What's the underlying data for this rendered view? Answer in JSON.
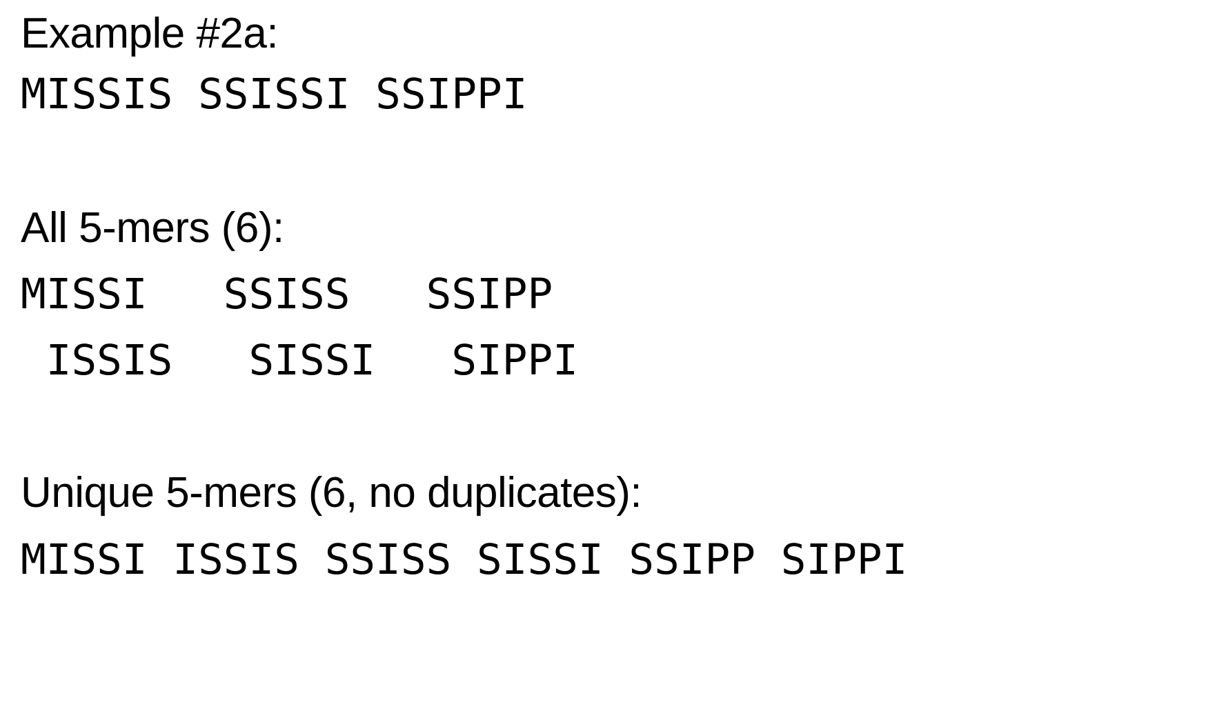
{
  "document": {
    "background_color": "#ffffff",
    "text_color": "#000000"
  },
  "example": {
    "heading": "Example #2a:",
    "sequence": "MISSIS SSISSI SSIPPI"
  },
  "all_kmers": {
    "heading": "All 5-mers (6):",
    "k": 5,
    "count": 6,
    "grid_rows": [
      "MISSI   SSISS   SSIPP",
      " ISSIS   SISSI   SIPPI"
    ],
    "items": [
      "MISSI",
      "ISSIS",
      "SSISS",
      "SISSI",
      "SSIPP",
      "SIPPI"
    ]
  },
  "unique_kmers": {
    "heading": "Unique 5-mers (6, no duplicates):",
    "k": 5,
    "count": 6,
    "line": "MISSI ISSIS SSISS SISSI SSIPP SIPPI",
    "items": [
      "MISSI",
      "ISSIS",
      "SSISS",
      "SISSI",
      "SSIPP",
      "SIPPI"
    ]
  }
}
